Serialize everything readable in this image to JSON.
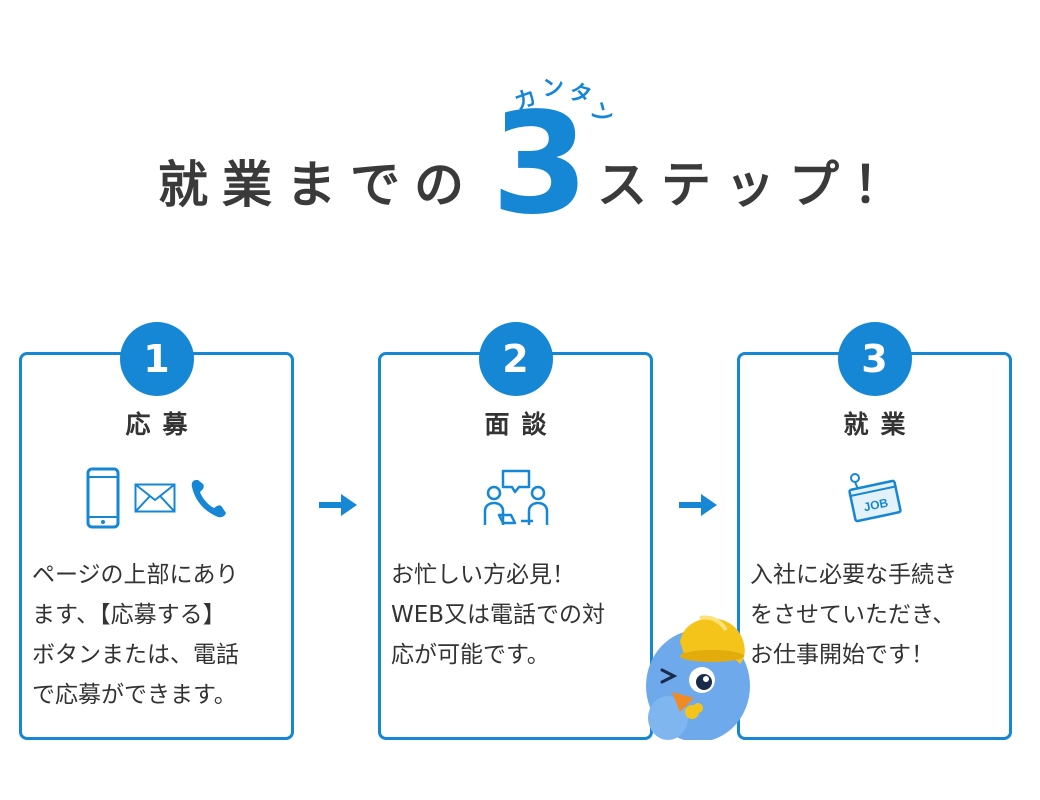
{
  "heading": {
    "prefix": "就業までの",
    "number": "3",
    "suffix": "ステップ！",
    "ruby": [
      "カ",
      "ン",
      "タ",
      "ン"
    ]
  },
  "accent_color": "#1587d4",
  "steps": [
    {
      "number": "1",
      "title": "応募",
      "icons": [
        "smartphone-icon",
        "envelope-icon",
        "phone-icon"
      ],
      "lines": [
        "ページの上部にあり",
        "ます、【応募する】",
        "ボタンまたは、電話",
        "で応募ができます。"
      ]
    },
    {
      "number": "2",
      "title": "面談",
      "icons": [
        "interview-icon"
      ],
      "lines": [
        "お忙しい方必見！",
        "WEB又は電話での対",
        "応が可能です。"
      ]
    },
    {
      "number": "3",
      "title": "就業",
      "icons": [
        "job-card-icon"
      ],
      "lines": [
        "入社に必要な手続き",
        "をさせていただき、",
        "お仕事開始です！"
      ],
      "job_label": "JOB"
    }
  ]
}
